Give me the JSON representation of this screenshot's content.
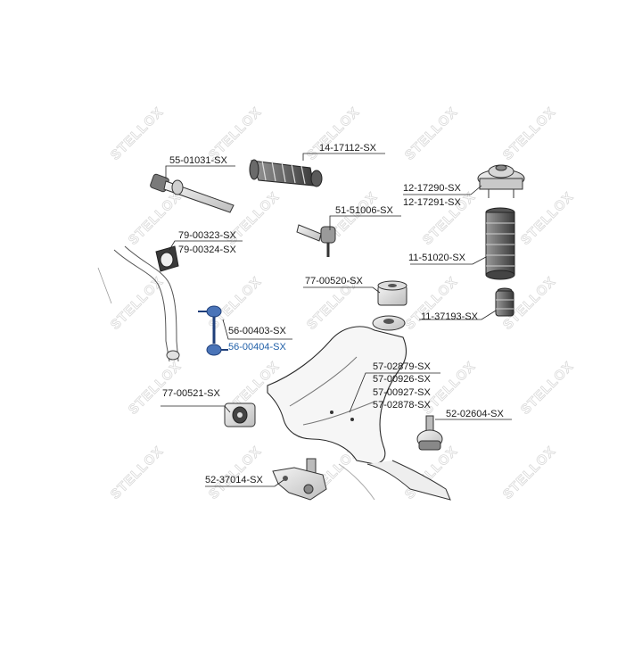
{
  "watermark": {
    "text": "STELLOX"
  },
  "colors": {
    "label": "#1a1a1a",
    "highlight": "#1f5fa8",
    "line": "#222222",
    "part_fill": "#e6e6e6"
  },
  "labels": {
    "p55_01031": "55-01031-SX",
    "p14_17112": "14-17112-SX",
    "p12_17290": "12-17290-SX",
    "p12_17291": "12-17291-SX",
    "p51_51006": "51-51006-SX",
    "p79_00323": "79-00323-SX",
    "p79_00324": "79-00324-SX",
    "p11_51020": "11-51020-SX",
    "p77_00520": "77-00520-SX",
    "p56_00403": "56-00403-SX",
    "p56_00404": "56-00404-SX",
    "p11_37193": "11-37193-SX",
    "p57_02879": "57-02879-SX",
    "p57_00926": "57-00926-SX",
    "p57_00927": "57-00927-SX",
    "p57_02878": "57-02878-SX",
    "p77_00521": "77-00521-SX",
    "p52_02604": "52-02604-SX",
    "p52_37014": "52-37014-SX"
  }
}
